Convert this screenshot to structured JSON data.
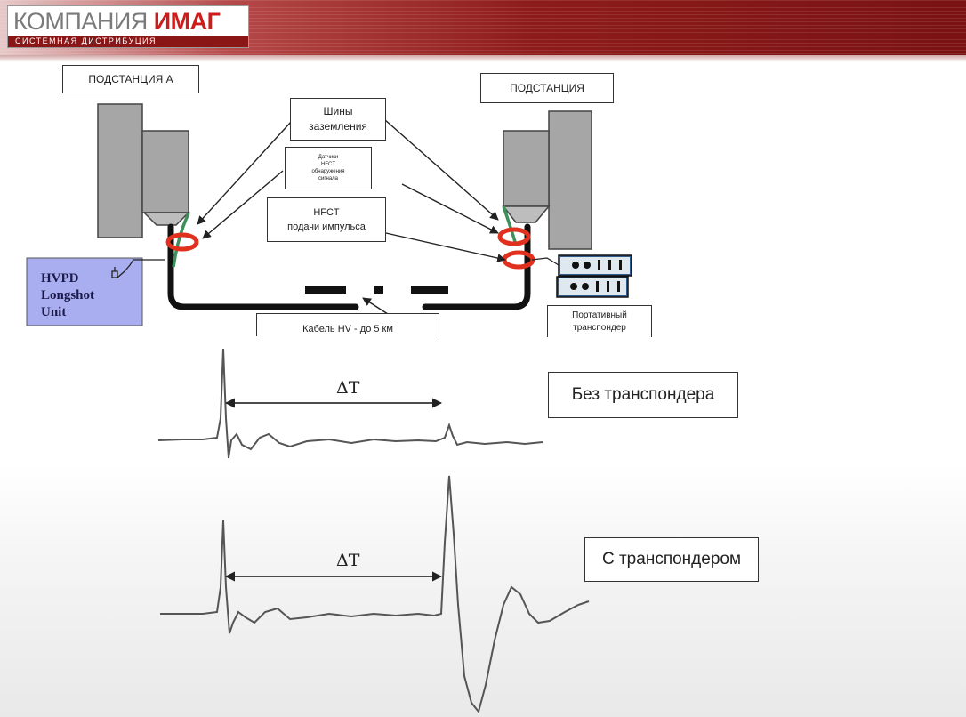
{
  "logo": {
    "company": "КОМПАНИЯ",
    "brand": "ИМАГ",
    "tagline": "СИСТЕМНАЯ ДИСТРИБУЦИЯ"
  },
  "diagram": {
    "substation_a_label": "ПОДСТАНЦИЯ А",
    "substation_b_label": "ПОДСТАНЦИЯ",
    "grounding_bus_line1": "Шины",
    "grounding_bus_line2": "заземления",
    "hfct_detect_line1": "Датчики",
    "hfct_detect_line2": "HFCT",
    "hfct_detect_line3": "обнаружения",
    "hfct_detect_line4": "сигнала",
    "hfct_pulse_line1": "HFCT",
    "hfct_pulse_line2": "подачи импульса",
    "hvpd_line1": "HVPD",
    "hvpd_line2": "Longshot",
    "hvpd_line3": "Unit",
    "cable_label": "Кабель HV - до 5 км",
    "portable_line1": "Портативный",
    "portable_line2": "транспондер"
  },
  "waveforms": {
    "delta_symbol_1": "ΔT",
    "delta_symbol_2": "ΔT",
    "without_transponder": "Без транспондера",
    "with_transponder": "С транспондером"
  },
  "colors": {
    "header_red": "#8e1b1b",
    "brand_red": "#cc1d1d",
    "hvpd_fill": "#a9aef0",
    "cable": "#111111",
    "hfct_ring": "#e0311f",
    "ground_lead": "#3f8f5a",
    "transponder_panel": "#2f5a8a"
  }
}
